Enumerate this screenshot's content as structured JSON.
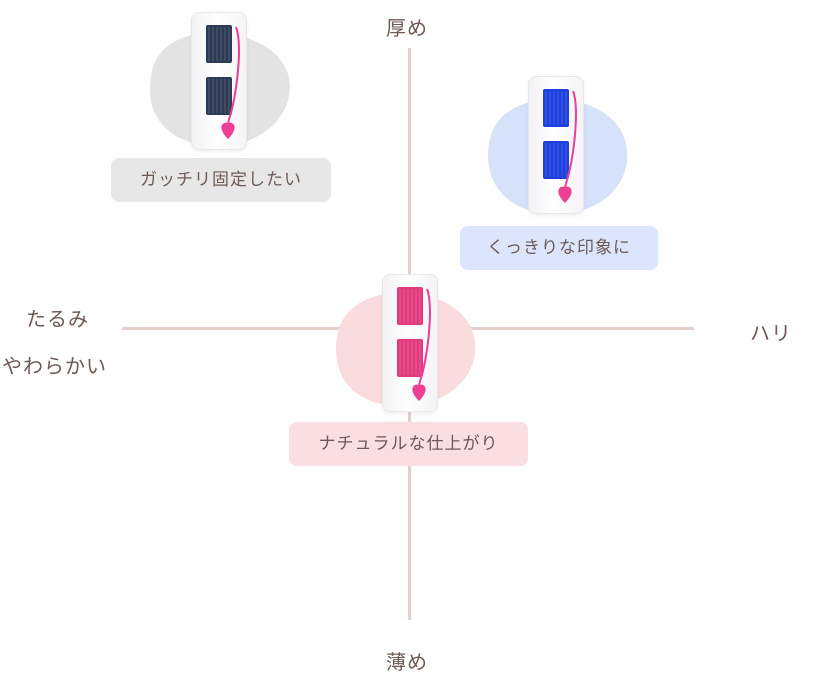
{
  "axes": {
    "top": "厚め",
    "bottom": "薄め",
    "right": "ハリ",
    "left_line1": "たるみ",
    "left_line2": "やわらかい"
  },
  "items": [
    {
      "label": "ガッチリ固定したい",
      "lash_color": "#2d3a55",
      "blob_color": "#e3e3e3",
      "tag_color": "#e7e7e7"
    },
    {
      "label": "くっきりな印象に",
      "lash_color": "#1d3fe0",
      "blob_color": "#d6e2fa",
      "tag_color": "#dbe5fb"
    },
    {
      "label": "ナチュラルな仕上がり",
      "lash_color": "#e23a7d",
      "blob_color": "#fbdcde",
      "tag_color": "#fbdee1"
    }
  ],
  "colors": {
    "axis": "#e3cfcb",
    "text": "#6e5a55",
    "ribbon": "#ec3f95"
  }
}
